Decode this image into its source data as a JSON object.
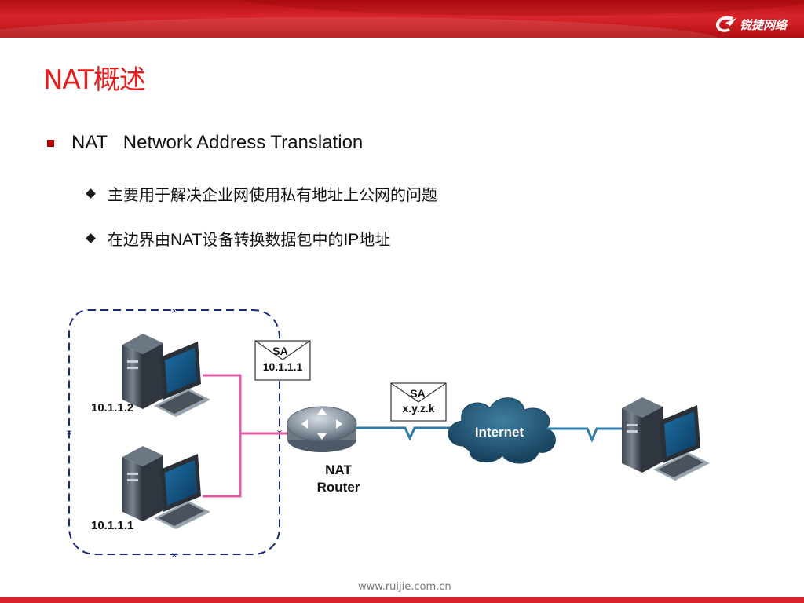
{
  "header": {
    "logo_text": "锐捷网络"
  },
  "slide": {
    "title": "NAT概述",
    "bullets": {
      "main": "NAT   Network Address Translation",
      "sub1": "主要用于解决企业网使用私有地址上公网的问题",
      "sub2_prefix": "在边界由",
      "sub2_nat": "NAT",
      "sub2_mid": "设备转换数据包中的",
      "sub2_ip": "IP",
      "sub2_suffix": "地址"
    }
  },
  "diagram": {
    "host_top_ip": "10.1.1.2",
    "host_bottom_ip": "10.1.1.1",
    "envelope_private": {
      "label": "SA",
      "address": "10.1.1.1"
    },
    "envelope_public": {
      "label": "SA",
      "address": "x.y.z.k"
    },
    "router_label_line1": "NAT",
    "router_label_line2": "Router",
    "cloud_label": "Internet",
    "colors": {
      "pink_link": "#e05ba5",
      "blue_link": "#2e7aa8",
      "boundary": "#1a2a7a"
    }
  },
  "footer": {
    "url": "www.ruijie.com.cn"
  }
}
